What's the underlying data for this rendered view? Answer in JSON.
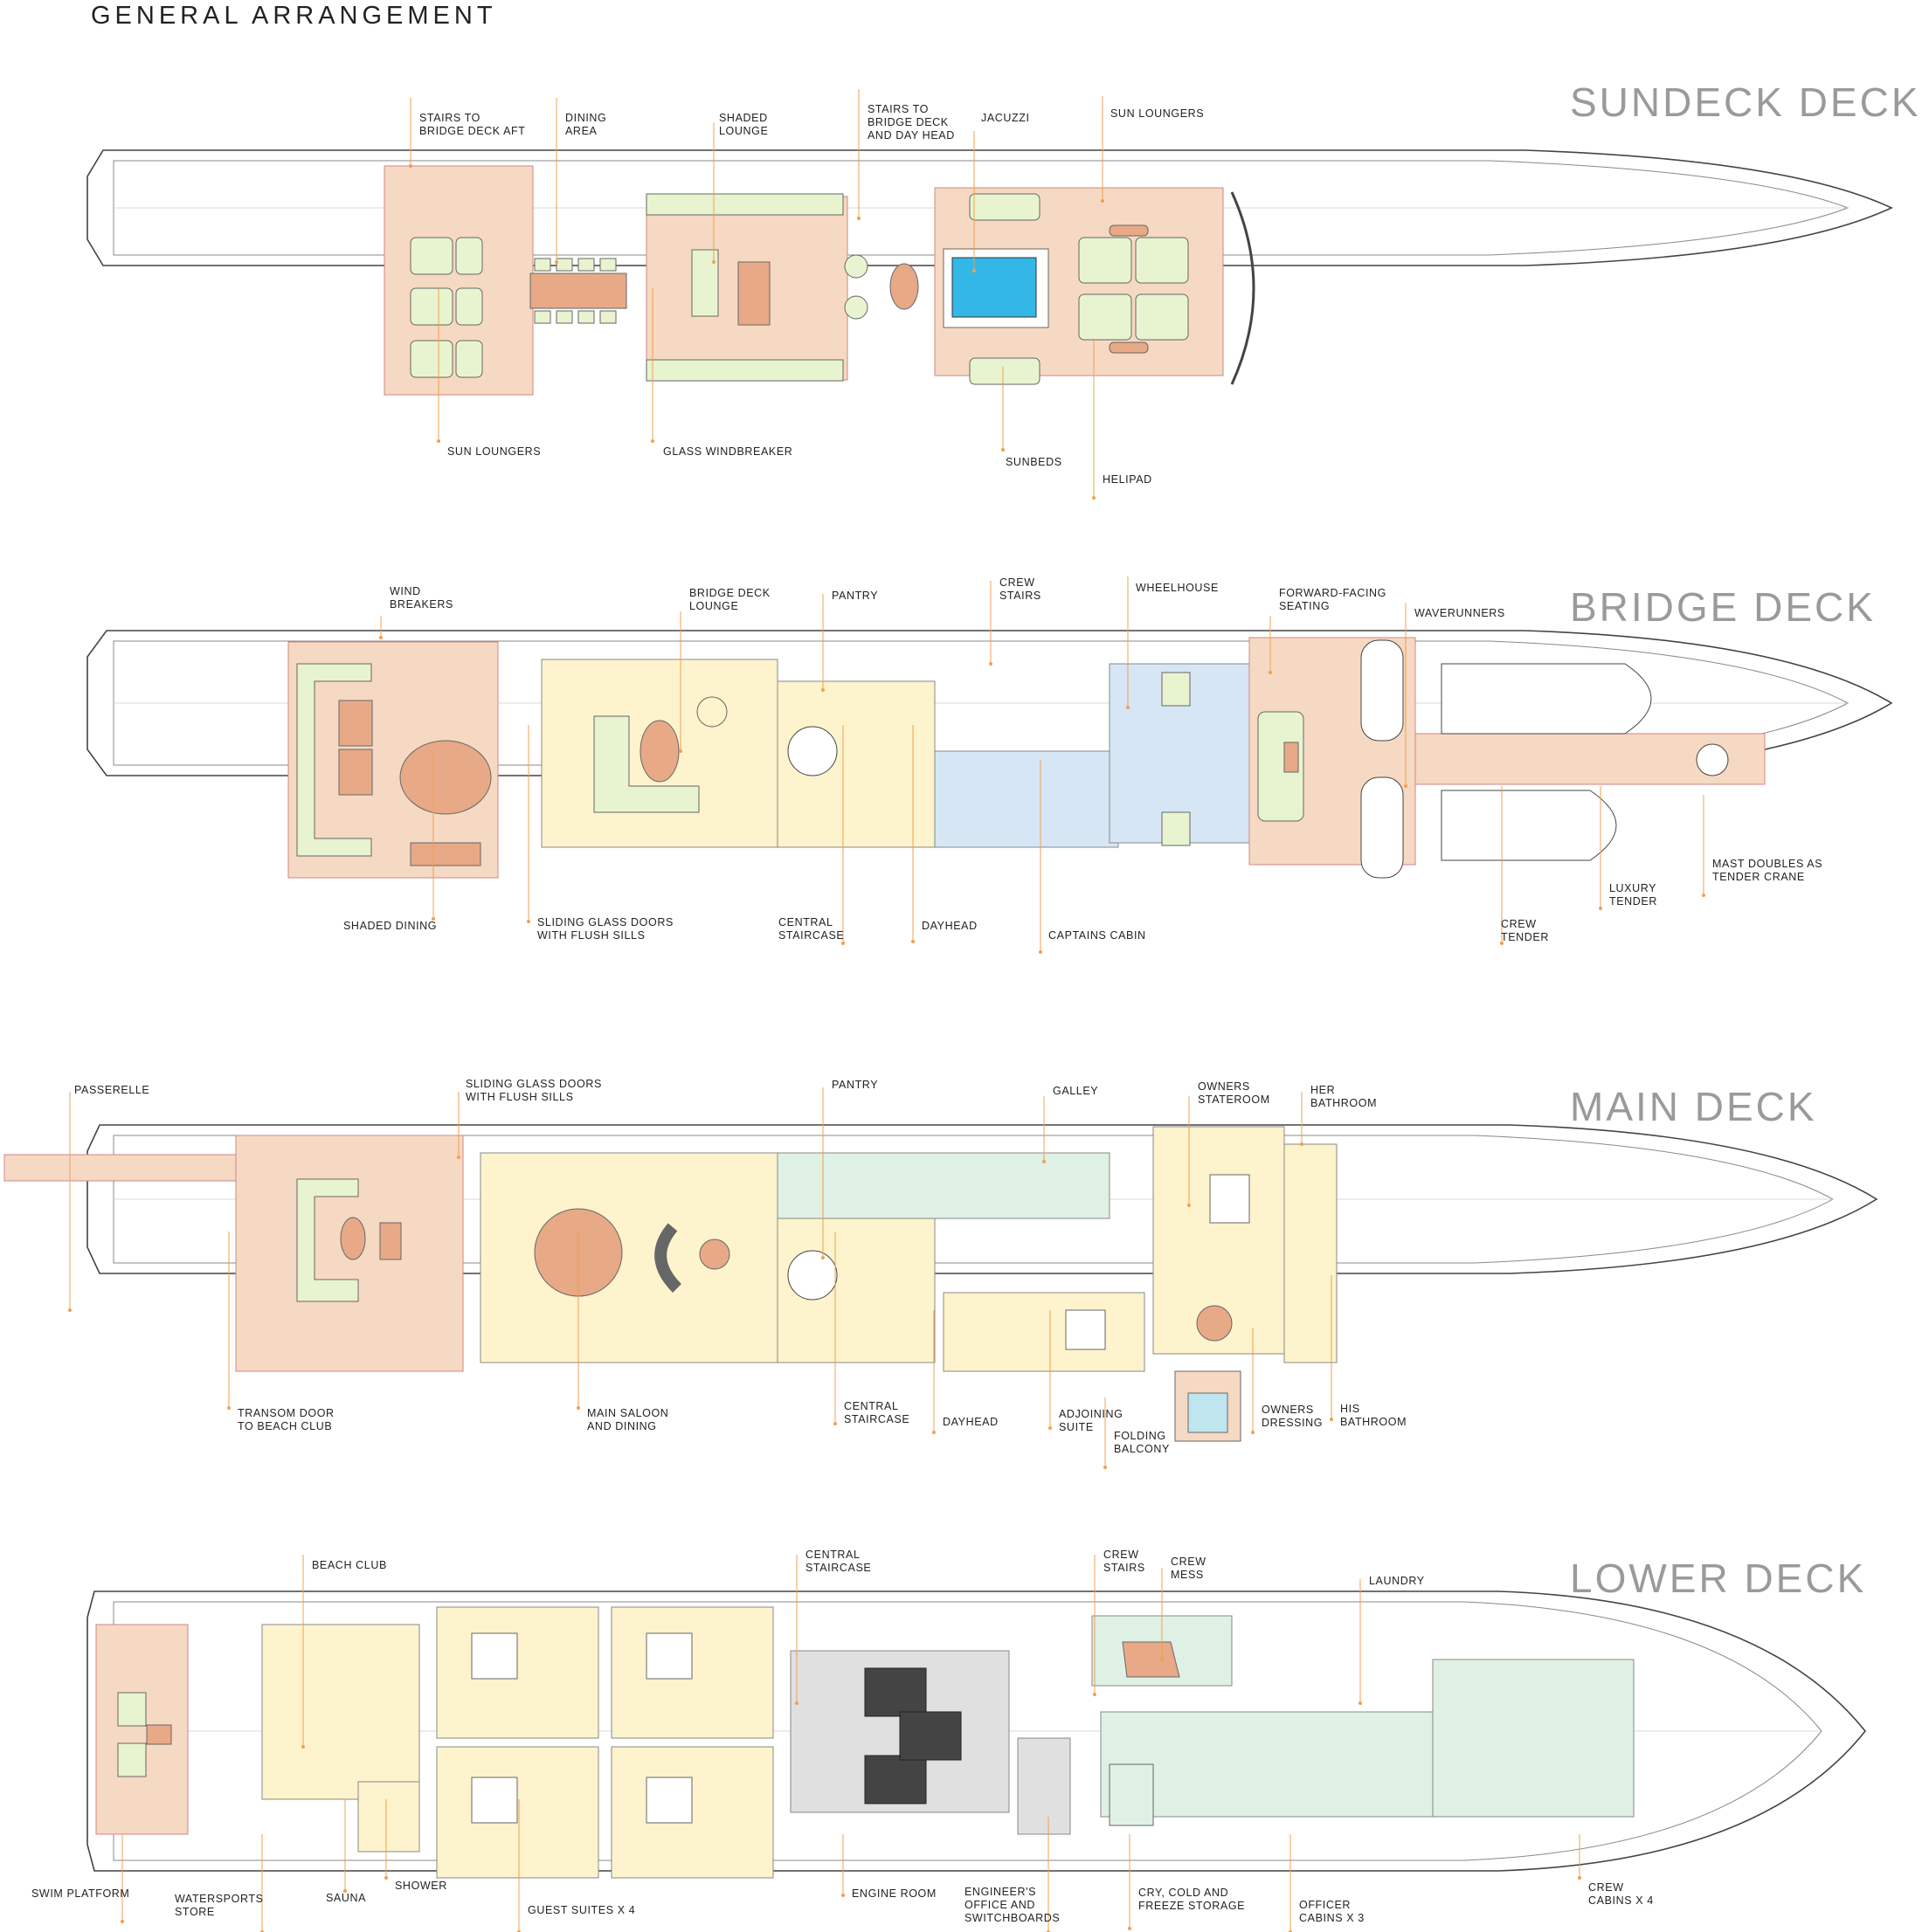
{
  "title": "GENERAL ARRANGEMENT",
  "colors": {
    "deck_wood": "#f6d9c2",
    "furniture_green": "#e8f4cf",
    "table_orange": "#e8a987",
    "pool_blue": "#33b7e6",
    "room_cream": "#fdf4cd",
    "room_blue": "#d6e6f5",
    "room_mint": "#dff1e4",
    "engine_grey": "#e0e0e0",
    "leader": "#f0a050",
    "outline": "#444444",
    "deck_title": "#9a9a9a"
  },
  "decks": [
    {
      "title": "SUNDECK DECK",
      "labels": [
        {
          "lines": [
            "STAIRS TO",
            "BRIDGE DECK AFT"
          ]
        },
        {
          "lines": [
            "DINING",
            "AREA"
          ]
        },
        {
          "lines": [
            "SHADED",
            "LOUNGE"
          ]
        },
        {
          "lines": [
            "STAIRS TO",
            "BRIDGE DECK",
            "AND DAY HEAD"
          ]
        },
        {
          "lines": [
            "JACUZZI"
          ]
        },
        {
          "lines": [
            "SUN LOUNGERS"
          ]
        },
        {
          "lines": [
            "SUN LOUNGERS"
          ]
        },
        {
          "lines": [
            "GLASS WINDBREAKER"
          ]
        },
        {
          "lines": [
            "SUNBEDS"
          ]
        },
        {
          "lines": [
            "HELIPAD"
          ]
        }
      ]
    },
    {
      "title": "BRIDGE DECK",
      "labels": [
        {
          "lines": [
            "WIND",
            "BREAKERS"
          ]
        },
        {
          "lines": [
            "BRIDGE DECK",
            "LOUNGE"
          ]
        },
        {
          "lines": [
            "PANTRY"
          ]
        },
        {
          "lines": [
            "CREW",
            "STAIRS"
          ]
        },
        {
          "lines": [
            "WHEELHOUSE"
          ]
        },
        {
          "lines": [
            "FORWARD-FACING",
            "SEATING"
          ]
        },
        {
          "lines": [
            "WAVERUNNERS"
          ]
        },
        {
          "lines": [
            "SHADED DINING"
          ]
        },
        {
          "lines": [
            "SLIDING GLASS DOORS",
            "WITH FLUSH SILLS"
          ]
        },
        {
          "lines": [
            "CENTRAL",
            "STAIRCASE"
          ]
        },
        {
          "lines": [
            "DAYHEAD"
          ]
        },
        {
          "lines": [
            "CAPTAINS CABIN"
          ]
        },
        {
          "lines": [
            "CREW",
            "TENDER"
          ]
        },
        {
          "lines": [
            "LUXURY",
            "TENDER"
          ]
        },
        {
          "lines": [
            "MAST DOUBLES AS",
            "TENDER CRANE"
          ]
        }
      ]
    },
    {
      "title": "MAIN DECK",
      "labels": [
        {
          "lines": [
            "PASSERELLE"
          ]
        },
        {
          "lines": [
            "SLIDING GLASS DOORS",
            "WITH FLUSH SILLS"
          ]
        },
        {
          "lines": [
            "PANTRY"
          ]
        },
        {
          "lines": [
            "GALLEY"
          ]
        },
        {
          "lines": [
            "OWNERS",
            "STATEROOM"
          ]
        },
        {
          "lines": [
            "HER",
            "BATHROOM"
          ]
        },
        {
          "lines": [
            "TRANSOM DOOR",
            "TO BEACH CLUB"
          ]
        },
        {
          "lines": [
            "MAIN SALOON",
            "AND DINING"
          ]
        },
        {
          "lines": [
            "CENTRAL",
            "STAIRCASE"
          ]
        },
        {
          "lines": [
            "DAYHEAD"
          ]
        },
        {
          "lines": [
            "ADJOINING",
            "SUITE"
          ]
        },
        {
          "lines": [
            "FOLDING",
            "BALCONY"
          ]
        },
        {
          "lines": [
            "OWNERS",
            "DRESSING"
          ]
        },
        {
          "lines": [
            "HIS",
            "BATHROOM"
          ]
        }
      ]
    },
    {
      "title": "LOWER DECK",
      "labels": [
        {
          "lines": [
            "BEACH CLUB"
          ]
        },
        {
          "lines": [
            "CENTRAL",
            "STAIRCASE"
          ]
        },
        {
          "lines": [
            "CREW",
            "STAIRS"
          ]
        },
        {
          "lines": [
            "CREW",
            "MESS"
          ]
        },
        {
          "lines": [
            "LAUNDRY"
          ]
        },
        {
          "lines": [
            "SWIM PLATFORM"
          ]
        },
        {
          "lines": [
            "WATERSPORTS",
            "STORE"
          ]
        },
        {
          "lines": [
            "SAUNA"
          ]
        },
        {
          "lines": [
            "SHOWER"
          ]
        },
        {
          "lines": [
            "GUEST SUITES X 4"
          ]
        },
        {
          "lines": [
            "ENGINE ROOM"
          ]
        },
        {
          "lines": [
            "ENGINEER'S",
            "OFFICE AND",
            "SWITCHBOARDS"
          ]
        },
        {
          "lines": [
            "CRY, COLD AND",
            "FREEZE STORAGE"
          ]
        },
        {
          "lines": [
            "OFFICER",
            "CABINS X 3"
          ]
        },
        {
          "lines": [
            "CREW",
            "CABINS X 4"
          ]
        }
      ]
    }
  ]
}
